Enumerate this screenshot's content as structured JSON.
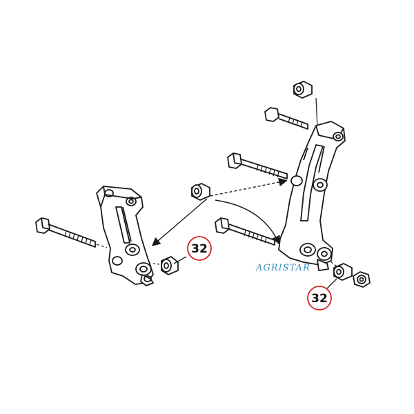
{
  "callouts": [
    {
      "id": "left",
      "label": "32"
    },
    {
      "id": "right",
      "label": "32"
    }
  ],
  "watermark": {
    "text": "AGRISTAR",
    "color": "#3a8fbf"
  },
  "colors": {
    "line": "#1a1a1a",
    "callout_circle": "#d42020",
    "background": "#ffffff"
  }
}
